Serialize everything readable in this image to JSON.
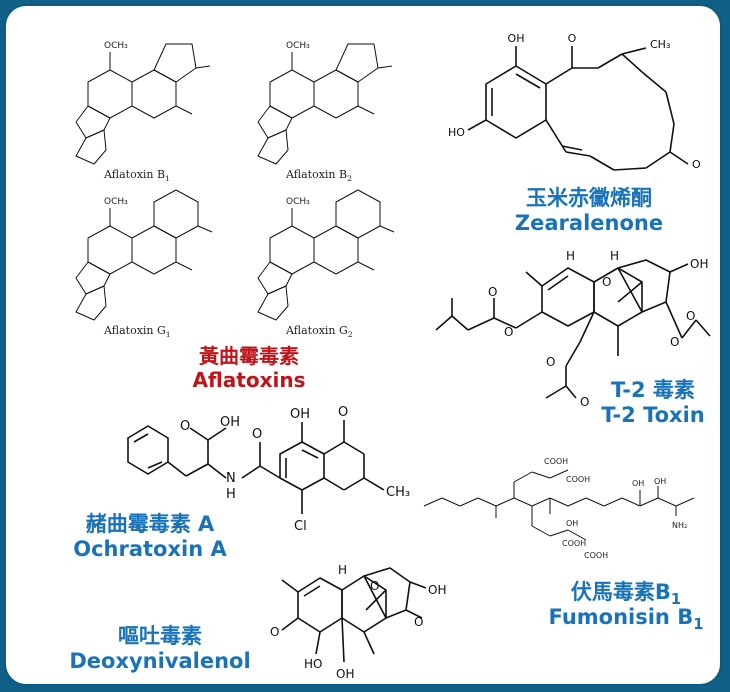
{
  "aflatoxins": {
    "captions": {
      "b1": {
        "name": "Aflatoxin B",
        "sub": "1"
      },
      "b2": {
        "name": "Aflatoxin B",
        "sub": "2"
      },
      "g1": {
        "name": "Aflatoxin G",
        "sub": "1"
      },
      "g2": {
        "name": "Aflatoxin G",
        "sub": "2"
      }
    },
    "label_zh": "黃曲霉毒素",
    "label_en": "Aflatoxins"
  },
  "zearalenone": {
    "label_zh": "玉米赤黴烯酮",
    "label_en": "Zearalenone"
  },
  "t2": {
    "label_zh": "T-2 毒素",
    "label_en": "T-2 Toxin"
  },
  "ochratoxin": {
    "label_zh": "赭曲霉毒素 A",
    "label_en": "Ochratoxin A"
  },
  "fumonisin": {
    "label_zh": "伏馬毒素B",
    "label_zh_sub": "1",
    "label_en": "Fumonisin B",
    "label_en_sub": "1"
  },
  "don": {
    "label_zh": "嘔吐毒素",
    "label_en": "Deoxynivalenol"
  },
  "atoms": {
    "och3": "OCH₃",
    "oh": "OH",
    "o": "O",
    "ch3": "CH₃",
    "ho": "HO",
    "h": "H",
    "nh": "H",
    "n": "N",
    "cl": "Cl",
    "cooh": "COOH",
    "nh2": "NH₂"
  },
  "colors": {
    "frame": "#0f5f86",
    "label_blue": "#1a73b8",
    "label_red": "#c0141b"
  }
}
